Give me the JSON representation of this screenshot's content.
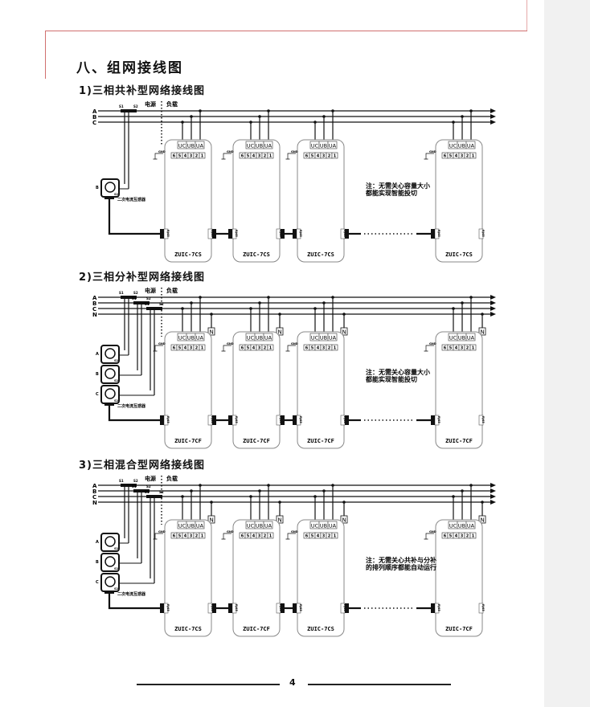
{
  "page": {
    "section_title": "八、组网接线图",
    "page_number": "4"
  },
  "labels": {
    "source": "电源",
    "load": "负载",
    "ct_name": "二次电流互感器",
    "gnd": "GND",
    "rj45": "RJ45",
    "neutral": "N",
    "voltage_terminals": [
      "UC",
      "UB",
      "UA"
    ],
    "pins": [
      "6",
      "5",
      "4",
      "3",
      "2",
      "1"
    ],
    "ct_terminal_s1": "S1",
    "ct_terminal_s2": "S2"
  },
  "diagrams": [
    {
      "title": "1)三相共补型网络接线图",
      "phases": [
        "A",
        "B",
        "C"
      ],
      "ct_phases": [
        "B"
      ],
      "units": [
        "ZUIC-7CS",
        "ZUIC-7CS",
        "ZUIC-7CS",
        "ZUIC-7CS"
      ],
      "note": "注：无需关心容量大小都能实现智能投切",
      "has_neutral_terminal": false
    },
    {
      "title": "2)三相分补型网络接线图",
      "phases": [
        "A",
        "B",
        "C",
        "N"
      ],
      "ct_phases": [
        "A",
        "B",
        "C"
      ],
      "units": [
        "ZUIC-7CF",
        "ZUIC-7CF",
        "ZUIC-7CF",
        "ZUIC-7CF"
      ],
      "note": "注：无需关心容量大小都能实现智能投切",
      "has_neutral_terminal": true
    },
    {
      "title": "3)三相混合型网络接线图",
      "phases": [
        "A",
        "B",
        "C",
        "N"
      ],
      "ct_phases": [
        "A",
        "B",
        "C"
      ],
      "units": [
        "ZUIC-7CS",
        "ZUIC-7CF",
        "ZUIC-7CS",
        "ZUIC-7CF"
      ],
      "note": "注：无需关心共补与分补的排列顺序都能自动运行",
      "has_neutral_terminal": true
    }
  ],
  "colors": {
    "border_red": "#d0706f",
    "ink": "#111111",
    "box_stroke": "#888888",
    "gutter": "#f1f1f1"
  }
}
